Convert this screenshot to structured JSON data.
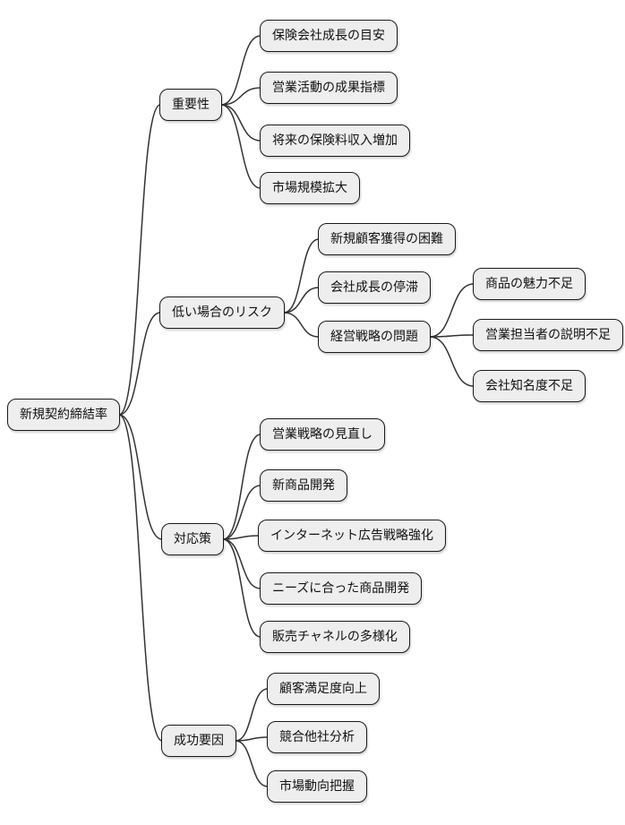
{
  "diagram": {
    "type": "mindmap",
    "root": {
      "label": "新規契約締結率"
    },
    "branches": [
      {
        "label": "重要性",
        "children": [
          {
            "label": "保険会社成長の目安"
          },
          {
            "label": "営業活動の成果指標"
          },
          {
            "label": "将来の保険料収入増加"
          },
          {
            "label": "市場規模拡大"
          }
        ]
      },
      {
        "label": "低い場合のリスク",
        "children": [
          {
            "label": "新規顧客獲得の困難"
          },
          {
            "label": "会社成長の停滞"
          },
          {
            "label": "経営戦略の問題",
            "children": [
              {
                "label": "商品の魅力不足"
              },
              {
                "label": "営業担当者の説明不足"
              },
              {
                "label": "会社知名度不足"
              }
            ]
          }
        ]
      },
      {
        "label": "対応策",
        "children": [
          {
            "label": "営業戦略の見直し"
          },
          {
            "label": "新商品開発"
          },
          {
            "label": "インターネット広告戦略強化"
          },
          {
            "label": "ニーズに合った商品開発"
          },
          {
            "label": "販売チャネルの多様化"
          }
        ]
      },
      {
        "label": "成功要因",
        "children": [
          {
            "label": "顧客満足度向上"
          },
          {
            "label": "競合他社分析"
          },
          {
            "label": "市場動向把握"
          }
        ]
      }
    ],
    "colors": {
      "background": "#ffffff",
      "node_fill": "#eeeeee",
      "node_border": "#1a1a1a",
      "edge": "#333333",
      "text": "#111111"
    }
  }
}
